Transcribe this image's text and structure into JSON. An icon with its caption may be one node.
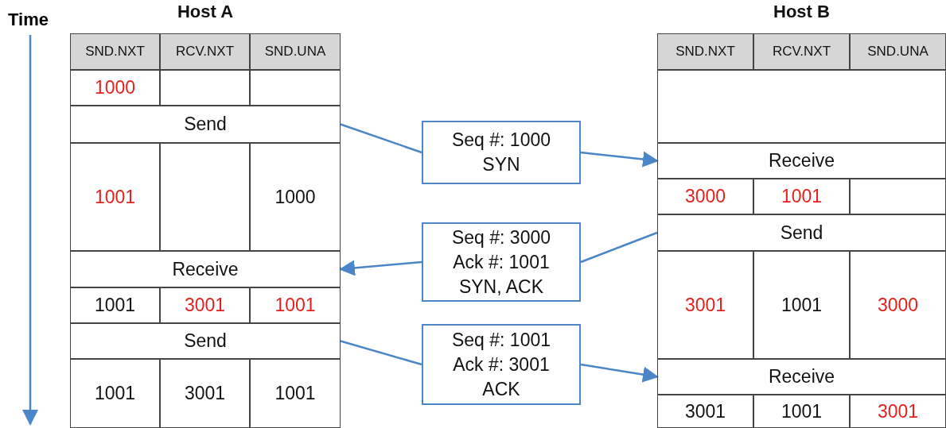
{
  "diagram": {
    "nodes": [
      {
        "text": [
          "Host A"
        ]
      },
      {
        "text": [
          "SND.NXT"
        ],
        "in": 0
      },
      {
        "text": [
          "RCV.NXT"
        ],
        "in": 0
      },
      {
        "text": [
          "SND.UNA"
        ],
        "in": 0
      },
      {
        "text": [
          "1000"
        ],
        "in": 0
      },
      {
        "text": [],
        "shape": "box",
        "in": 0
      },
      {
        "text": [],
        "shape": "box",
        "in": 0
      },
      {
        "text": [
          "Send"
        ],
        "in": 0
      },
      {
        "text": [
          "1001"
        ],
        "in": 0
      },
      {
        "text": [],
        "shape": "box",
        "in": 0
      },
      {
        "text": [
          "1000"
        ],
        "in": 0
      },
      {
        "text": [
          "Receive"
        ],
        "in": 0
      },
      {
        "text": [
          "1001"
        ],
        "in": 0
      },
      {
        "text": [
          "3001"
        ],
        "in": 0
      },
      {
        "text": [
          "1001"
        ],
        "in": 0
      },
      {
        "text": [
          "Send"
        ],
        "in": 0
      },
      {
        "text": [
          "1001"
        ],
        "in": 0
      },
      {
        "text": [
          "3001"
        ],
        "in": 0
      },
      {
        "text": [
          "1001"
        ],
        "in": 0
      },
      {
        "text": [
          "Host B"
        ]
      },
      {
        "text": [
          "SND.NXT"
        ],
        "in": 19
      },
      {
        "text": [
          "RCV.NXT"
        ],
        "in": 19
      },
      {
        "text": [
          "SND.UNA"
        ],
        "in": 19
      },
      {
        "text": [],
        "shape": "box",
        "in": 19
      },
      {
        "text": [
          "Receive"
        ],
        "in": 19
      },
      {
        "text": [
          "3000"
        ],
        "in": 19
      },
      {
        "text": [
          "1001"
        ],
        "in": 19
      },
      {
        "text": [],
        "shape": "box",
        "in": 19
      },
      {
        "text": [
          "Send"
        ],
        "in": 19
      },
      {
        "text": [
          "3001"
        ],
        "in": 19
      },
      {
        "text": [
          "1001"
        ],
        "in": 19
      },
      {
        "text": [
          "3000"
        ],
        "in": 19
      },
      {
        "text": [
          "Receive"
        ],
        "in": 19
      },
      {
        "text": [
          "3001"
        ],
        "in": 19
      },
      {
        "text": [
          "1001"
        ],
        "in": 19
      },
      {
        "text": [
          "3001"
        ],
        "in": 19
      },
      {
        "text": [
          "Seq #: 1000",
          "SYN"
        ]
      },
      {
        "text": [
          "Seq #: 3000",
          "Ack #: 1001",
          "SYN, ACK"
        ]
      },
      {
        "text": [
          "Seq #: 1001",
          "Ack #: 3001",
          "ACK"
        ]
      }
    ],
    "edges": [
      {
        "from": 7,
        "to": 36,
        "arrow": "none"
      },
      {
        "from": 36,
        "to": 24,
        "arrow": "to"
      },
      {
        "from": 28,
        "to": 37,
        "arrow": "none"
      },
      {
        "from": 37,
        "to": 11,
        "arrow": "to"
      },
      {
        "from": 15,
        "to": 38,
        "arrow": "none"
      },
      {
        "from": 38,
        "to": 32,
        "arrow": "to"
      }
    ],
    "labels": [
      "Time"
    ]
  }
}
